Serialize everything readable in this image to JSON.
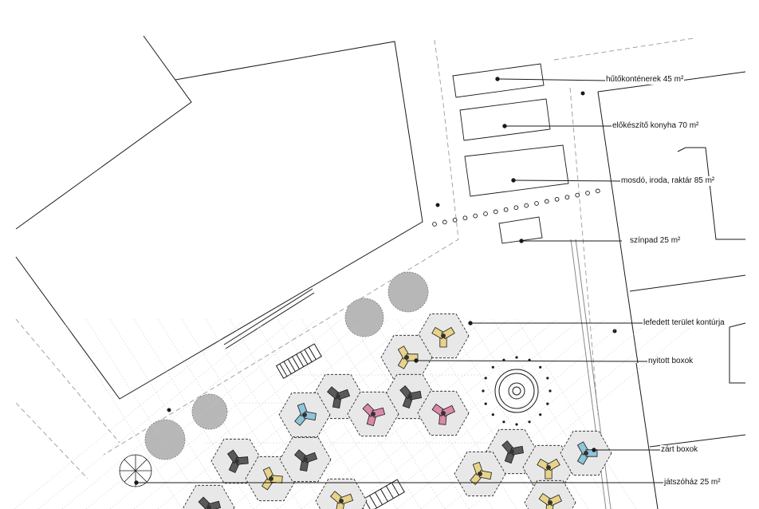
{
  "labels": {
    "cooling": "hűtőkonténerek 45 m²",
    "kitchen": "előkészítő konyha 70 m²",
    "toilet": "mosdó, iroda, raktár 85 m²",
    "stage": "színpad 25 m²",
    "covered": "lefedett terület kontúrja",
    "open_boxes": "nyitott boxok",
    "closed_boxes": "zárt boxok",
    "playhouse": "játszóház 25 m²"
  },
  "colors": {
    "line": "#1a1a1a",
    "dashed": "#9a9a9a",
    "tree": "#9b9b9b",
    "hex_fill": "#e8e8e8",
    "box_yellow": "#e8d38a",
    "box_pink": "#d98aa8",
    "box_blue": "#8fc5d6",
    "box_dark": "#5a5a5a"
  }
}
